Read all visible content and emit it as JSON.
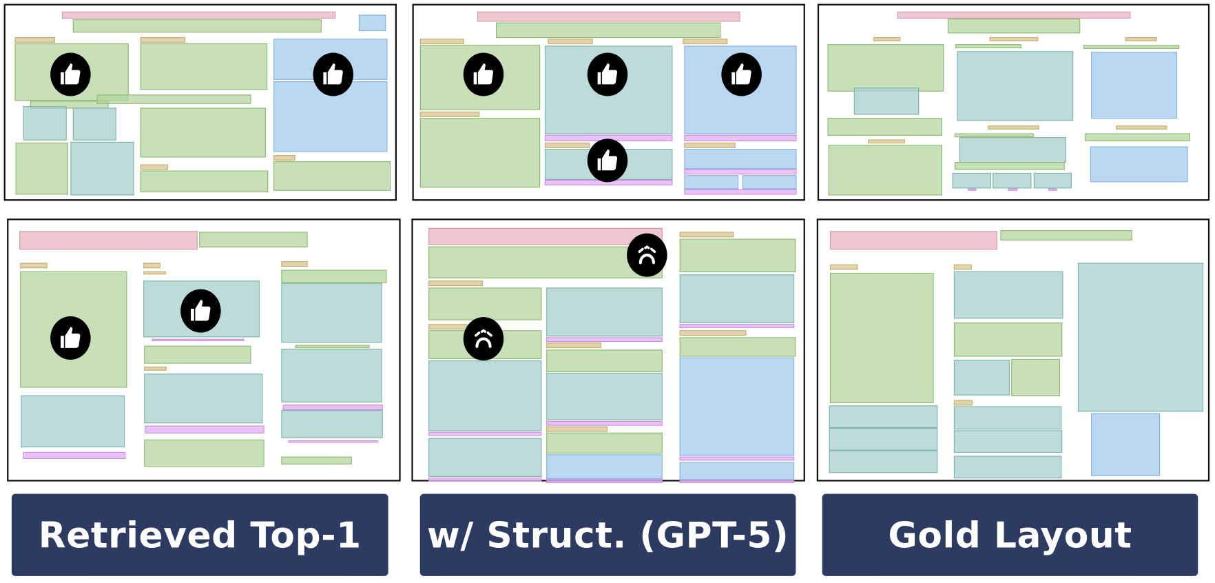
{
  "labels": {
    "retrieved": "Retrieved Top-1",
    "structured": "w/ Struct. (GPT-5)",
    "gold": "Gold Layout"
  },
  "legend_colors": {
    "title": "#e8b4c0",
    "text": "#b4d6a0",
    "table": "#aad2ce",
    "figure": "#aacef0",
    "section_header": "#dac896",
    "caption": "#e4b4f5",
    "label_background": "#2d3a62"
  },
  "icons": {
    "positive": "thumbs-up-icon",
    "negative": "sad-face-icon"
  },
  "rows": [
    {
      "row": "top",
      "panels": [
        {
          "column": "retrieved",
          "thumbs_up": 2,
          "sad_faces": 0
        },
        {
          "column": "structured",
          "thumbs_up": 4,
          "sad_faces": 0
        },
        {
          "column": "gold",
          "thumbs_up": 0,
          "sad_faces": 0
        }
      ]
    },
    {
      "row": "bottom",
      "panels": [
        {
          "column": "retrieved",
          "thumbs_up": 2,
          "sad_faces": 0
        },
        {
          "column": "structured",
          "thumbs_up": 0,
          "sad_faces": 2
        },
        {
          "column": "gold",
          "thumbs_up": 0,
          "sad_faces": 0
        }
      ]
    }
  ]
}
